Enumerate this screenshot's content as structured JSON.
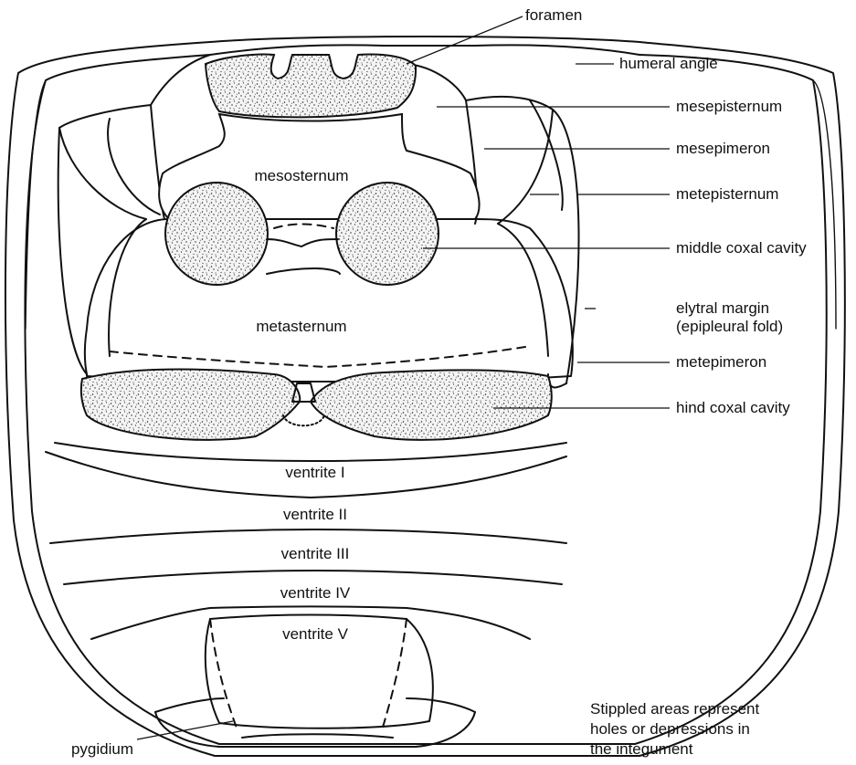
{
  "labels": {
    "foramen": "foramen",
    "humeral_angle": "humeral angle",
    "mesepisternum": "mesepisternum",
    "mesepimeron": "mesepimeron",
    "metepisternum": "metepisternum",
    "middle_coxal_cavity": "middle coxal cavity",
    "elytral_margin_line1": "elytral margin",
    "elytral_margin_line2": "(epipleural fold)",
    "metepimeron": "metepimeron",
    "hind_coxal_cavity": "hind coxal cavity",
    "pygidium": "pygidium",
    "mesosternum": "mesosternum",
    "metasternum": "metasternum",
    "ventrite_1": "ventrite I",
    "ventrite_2": "ventrite II",
    "ventrite_3": "ventrite III",
    "ventrite_4": "ventrite IV",
    "ventrite_5": "ventrite V"
  },
  "note": {
    "line1": "Stippled areas represent",
    "line2": "holes or depressions in",
    "line3": "the integument"
  }
}
